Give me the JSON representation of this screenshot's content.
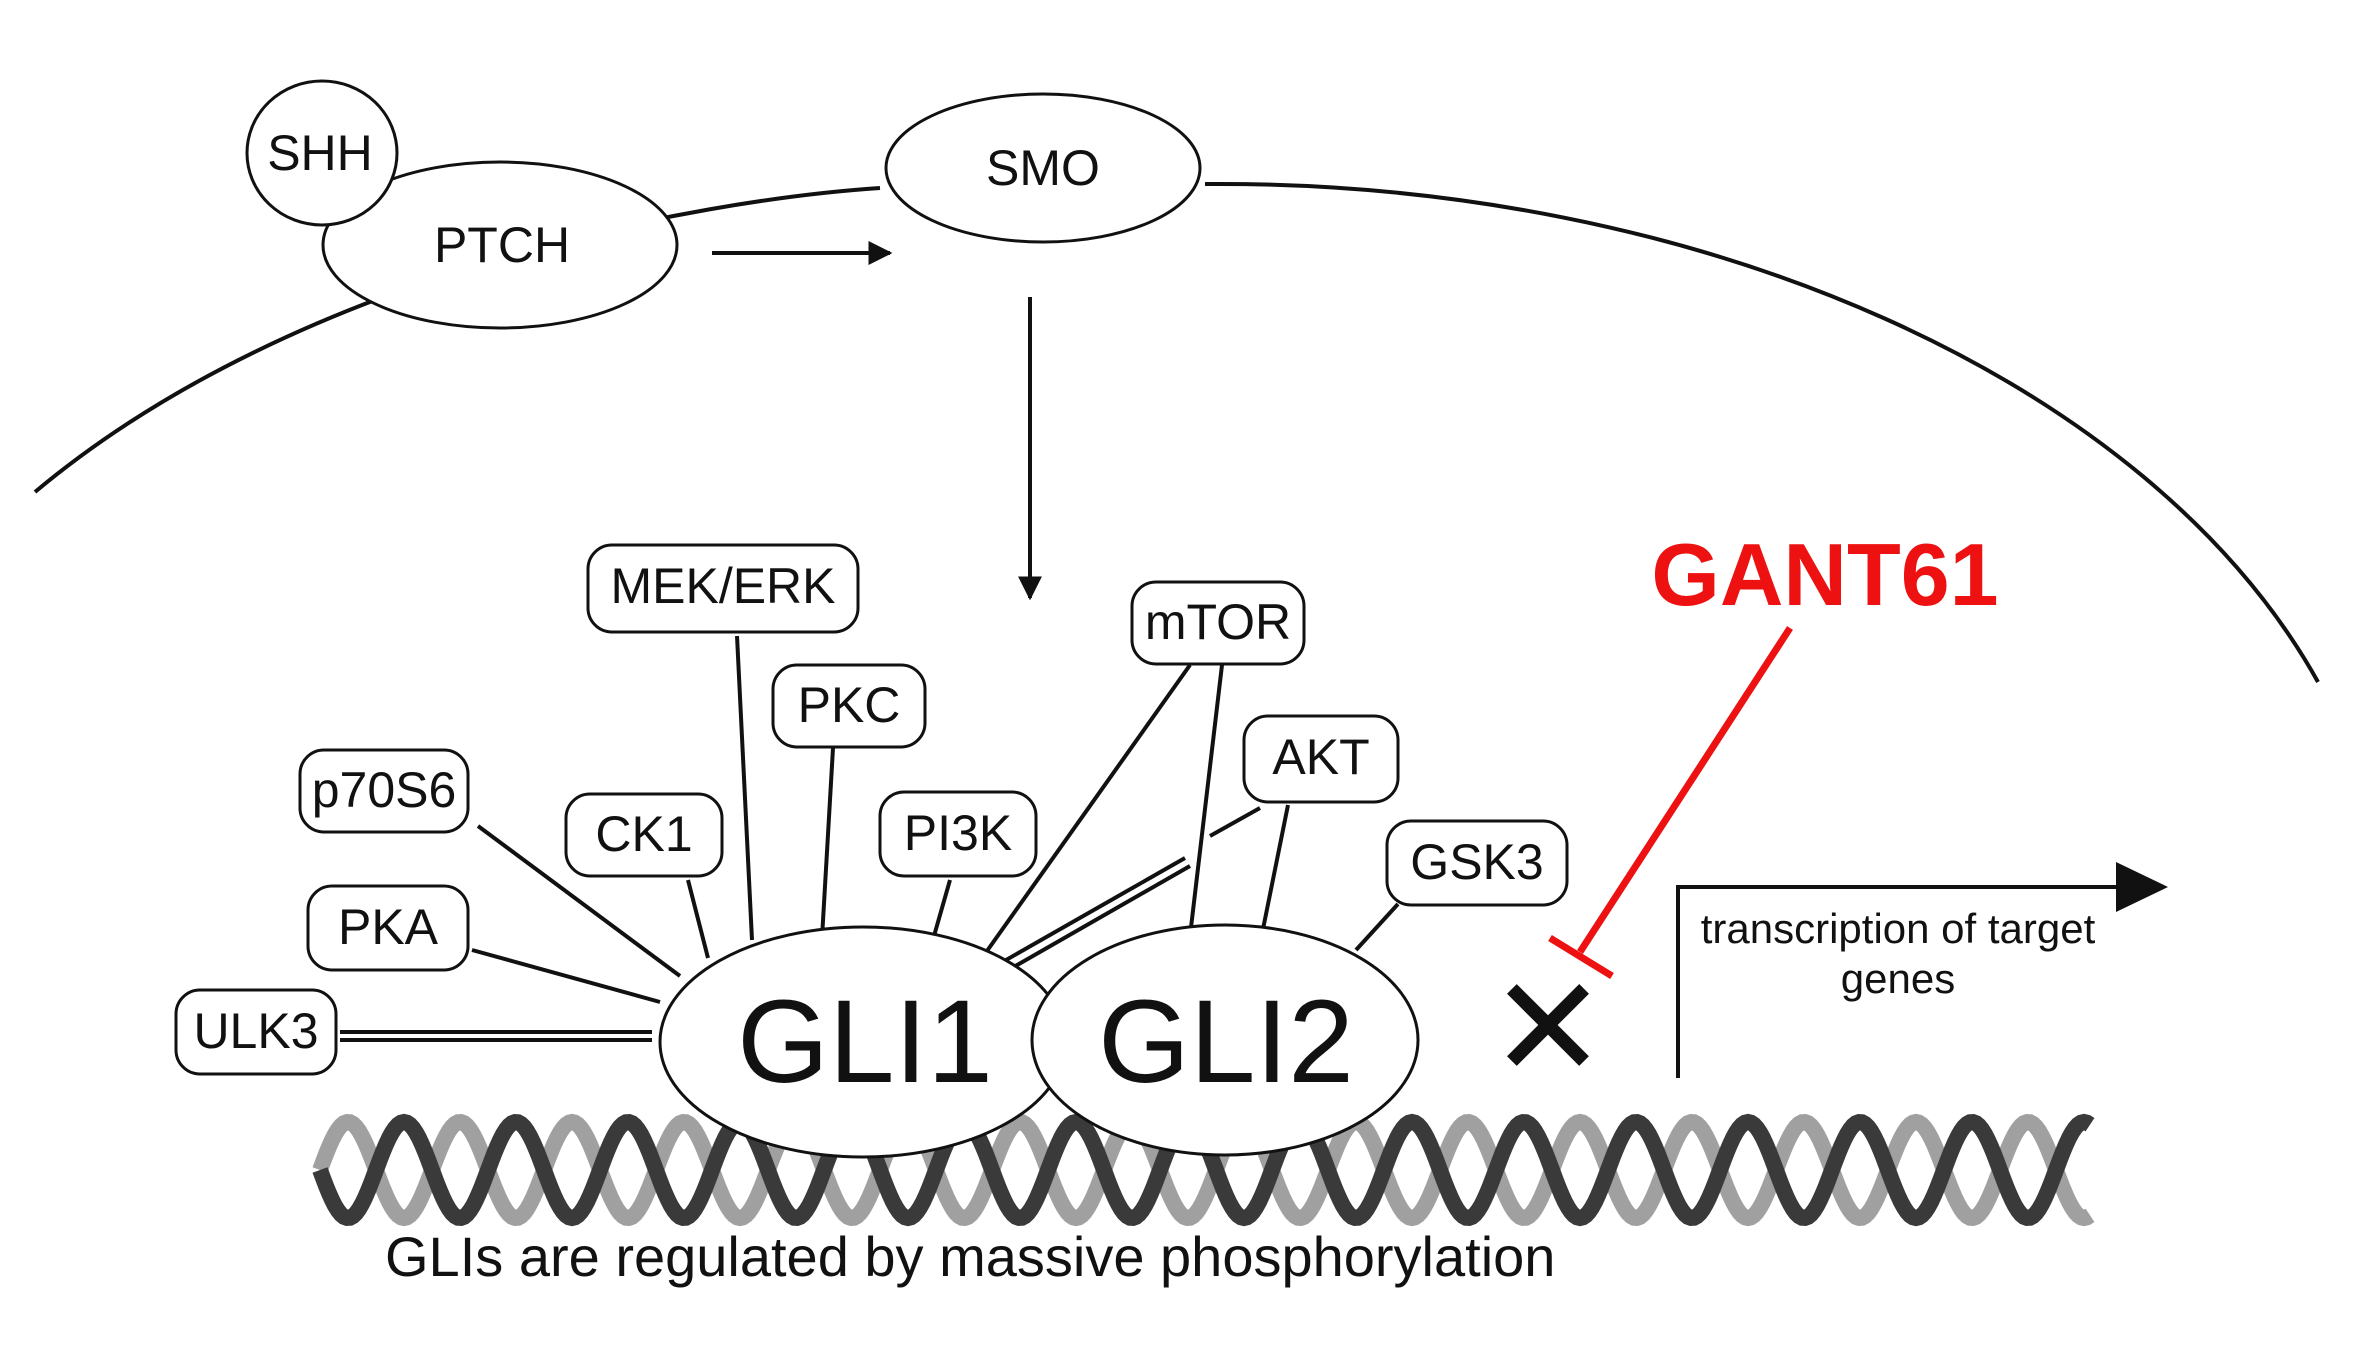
{
  "nodes": {
    "shh": "SHH",
    "ptch": "PTCH",
    "smo": "SMO",
    "gli1": "GLI1",
    "gli2": "GLI2",
    "mek_erk": "MEK/ERK",
    "pkc": "PKC",
    "mtor": "mTOR",
    "akt": "AKT",
    "p70s6": "p70S6",
    "ck1": "CK1",
    "pi3k": "PI3K",
    "gsk3": "GSK3",
    "pka": "PKA",
    "ulk3": "ULK3"
  },
  "inhibitor": {
    "label": "GANT61",
    "color": "#ee1111",
    "symbol": "✕"
  },
  "transcription": {
    "line1": "transcription of target",
    "line2": "genes"
  },
  "caption": "GLIs are regulated by massive phosphorylation",
  "colors": {
    "outline": "#111111",
    "dna_dark": "#3a3a3a",
    "dna_light": "#a0a0a0",
    "inhibitor": "#ee1111"
  }
}
